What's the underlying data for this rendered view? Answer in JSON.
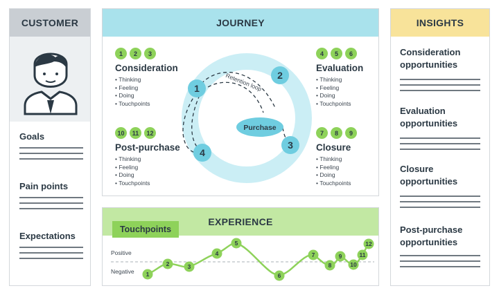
{
  "customer": {
    "header": "CUSTOMER",
    "sections": [
      {
        "label": "Goals"
      },
      {
        "label": "Pain points"
      },
      {
        "label": "Expectations"
      }
    ]
  },
  "journey": {
    "header": "JOURNEY",
    "stages": [
      {
        "title": "Consideration",
        "numbers": [
          "1",
          "2",
          "3"
        ],
        "items": [
          "Thinking",
          "Feeling",
          "Doing",
          "Touchpoints"
        ]
      },
      {
        "title": "Evaluation",
        "numbers": [
          "4",
          "5",
          "6"
        ],
        "items": [
          "Thinking",
          "Feeling",
          "Doing",
          "Touchpoints"
        ]
      },
      {
        "title": "Post-purchase",
        "numbers": [
          "10",
          "11",
          "12"
        ],
        "items": [
          "Thinking",
          "Feeling",
          "Doing",
          "Touchpoints"
        ]
      },
      {
        "title": "Closure",
        "numbers": [
          "7",
          "8",
          "9"
        ],
        "items": [
          "Thinking",
          "Feeling",
          "Doing",
          "Touchpoints"
        ]
      }
    ],
    "cycle_numbers": [
      "1",
      "2",
      "3",
      "4"
    ],
    "center_label": "Purchase",
    "loop_label": "Retention loop"
  },
  "insights": {
    "header": "INSIGHTS",
    "items": [
      {
        "line1": "Consideration",
        "line2": "opportunities"
      },
      {
        "line1": "Evaluation",
        "line2": "opportunities"
      },
      {
        "line1": "Closure",
        "line2": "opportunities"
      },
      {
        "line1": "Post-purchase",
        "line2": "opportunities"
      }
    ]
  },
  "experience": {
    "header": "EXPERIENCE",
    "tab_label": "Touchpoints",
    "positive_label": "Positive",
    "negative_label": "Negative",
    "touchpoints": [
      "1",
      "2",
      "3",
      "4",
      "5",
      "6",
      "7",
      "8",
      "9",
      "10",
      "11",
      "12"
    ]
  },
  "colors": {
    "customer_header": "#c9ced3",
    "journey_header": "#a9e2ec",
    "insights_header": "#f8e39a",
    "experience_header": "#c2e8a3",
    "badge": "#8ed25a",
    "cycle": "#6fcde0",
    "cycle_ring": "#cbeef5"
  }
}
